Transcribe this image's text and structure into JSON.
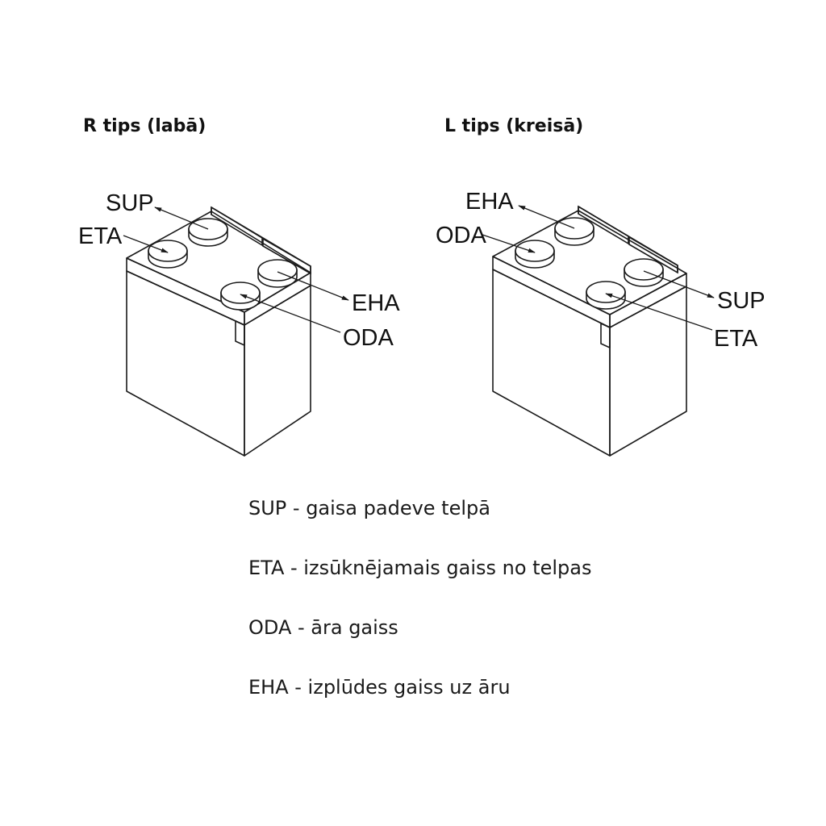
{
  "units": {
    "right": {
      "title": "R tips (labā)",
      "labels": {
        "sup": "SUP",
        "eta": "ETA",
        "eha": "EHA",
        "oda": "ODA"
      }
    },
    "left": {
      "title": "L tips (kreisā)",
      "labels": {
        "eha": "EHA",
        "oda": "ODA",
        "sup": "SUP",
        "eta": "ETA"
      }
    }
  },
  "legend": [
    "SUP - gaisa padeve telpā",
    "ETA - izsūknējamais gaiss no telpas",
    "ODA - āra gaiss",
    "EHA - izplūdes gaiss uz āru"
  ]
}
